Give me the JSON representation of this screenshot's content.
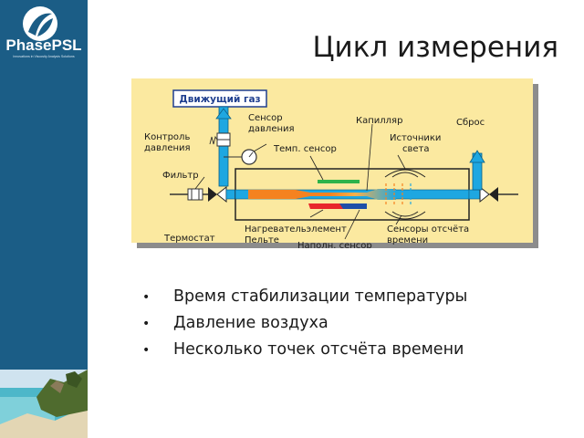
{
  "brand": {
    "name": "PhasePSL",
    "tagline": "Innovations in Viscosity Analysis Solutions"
  },
  "title": "Цикл измерения",
  "diagram": {
    "labels": {
      "driving_gas": "Движущий газ",
      "pressure_control_1": "Контроль",
      "pressure_control_2": "давления",
      "pressure_sensor_1": "Сенсор",
      "pressure_sensor_2": "давления",
      "capillary": "Капилляр",
      "release": "Сброс",
      "temp_sensor": "Темп. сенсор",
      "light_sources_1": "Источники",
      "light_sources_2": "света",
      "filter": "Фильтр",
      "thermostat": "Термостат",
      "heater_1": "Нагревательэлемент",
      "heater_2": "Пельте",
      "fill_sensor": "Наполн. сенсор",
      "timing_sensors_1": "Сенсоры отсчёта",
      "timing_sensors_2": "времени"
    },
    "colors": {
      "background": "#fbe9a0",
      "pipe_blue": "#1ea7e1",
      "sample_orange": "#f58220",
      "bar_green": "#2db34a",
      "bar_red": "#e8262b",
      "bar_blue": "#1f4fa8",
      "label_blue": "#1f3f8f"
    }
  },
  "bullets": [
    "Время стабилизации температуры",
    "Давление воздуха",
    "Несколько точек отсчёта времени"
  ]
}
